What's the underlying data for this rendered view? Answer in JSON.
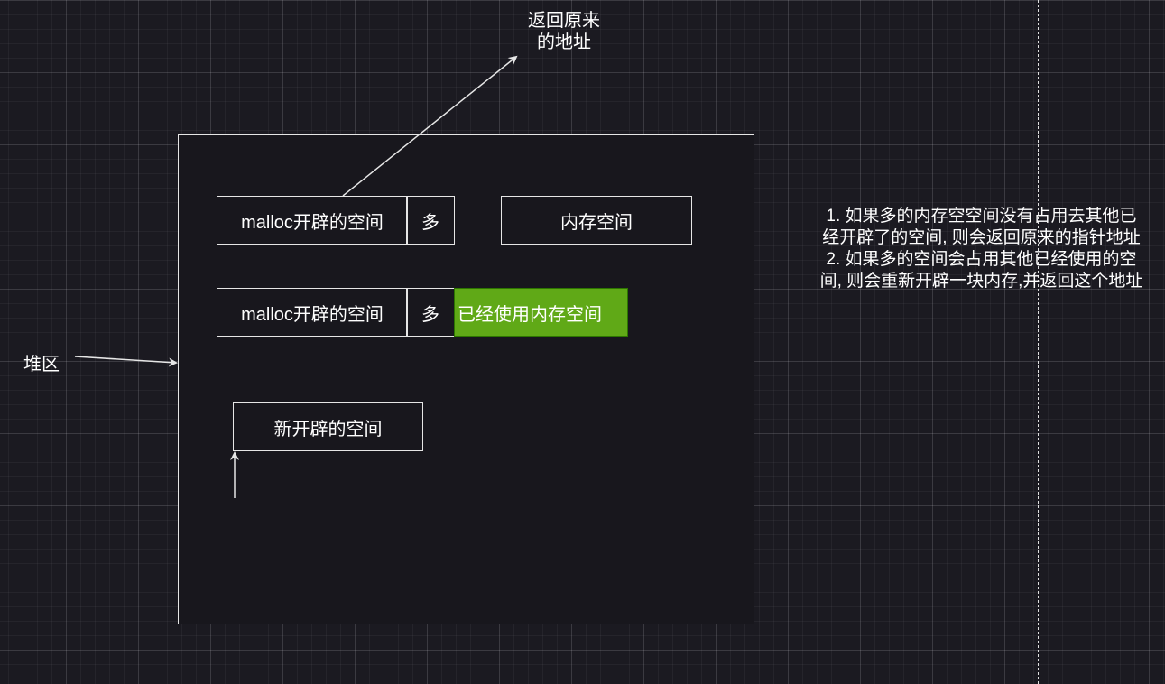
{
  "heap_label": "堆区",
  "return_label": {
    "line1": "返回原来",
    "line2": "的地址"
  },
  "row1": {
    "malloc_label": "malloc开辟的空间",
    "extra_label": "多",
    "free_memory_label": "内存空间"
  },
  "row2": {
    "malloc_label": "malloc开辟的空间",
    "extra_label": "多",
    "used_memory_label": "已经使用内存空间"
  },
  "new_space_label": "新开辟的空间",
  "notes": [
    "1. 如果多的内存空空间没有占用去其他已",
    "经开辟了的空间, 则会返回原来的指针地址",
    "2. 如果多的空间会占用其他已经使用的空",
    "间, 则会重新开辟一块内存,并返回这个地址"
  ],
  "colors": {
    "background": "#1b1a21",
    "stroke": "#e6e6e6",
    "used_fill": "#60a917"
  }
}
